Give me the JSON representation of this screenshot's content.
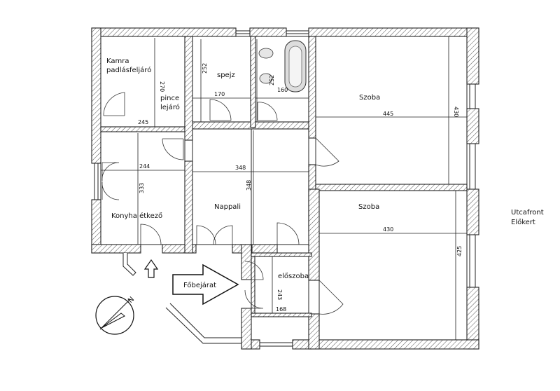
{
  "rooms": {
    "kamra_1": "Kamra",
    "kamra_2": "padlásfeljáró",
    "pince_1": "pince",
    "pince_2": "lejáró",
    "spejz": "spejz",
    "szoba_top": "Szoba",
    "szoba_bottom": "Szoba",
    "konyha": "Konyha étkező",
    "nappali": "Nappali",
    "eloszoba": "előszoba"
  },
  "dimensions": {
    "d270": "270",
    "d252a": "252",
    "d170": "170",
    "d252b": "252",
    "d160": "160",
    "d245": "245",
    "d445": "445",
    "d430a": "430",
    "d244": "244",
    "d348a": "348",
    "d333": "333",
    "d348b": "348",
    "d430b": "430",
    "d425": "425",
    "d243": "243",
    "d168": "168"
  },
  "labels": {
    "entrance": "Főbejárat",
    "street_1": "Utcafront",
    "street_2": "Előkert",
    "north": "N"
  },
  "colors": {
    "wall_stroke": "#222222",
    "hatch": "#555555",
    "background": "#ffffff"
  }
}
